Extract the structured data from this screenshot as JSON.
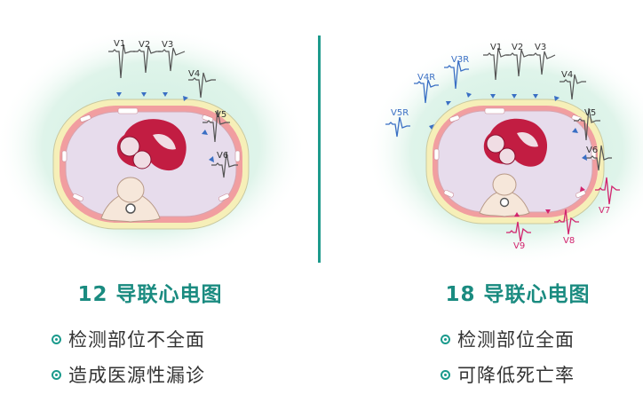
{
  "left": {
    "title": "12 导联心电图",
    "bullets": [
      "检测部位不全面",
      "造成医源性漏诊"
    ],
    "leads": [
      "V1",
      "V2",
      "V3",
      "V4",
      "V5",
      "V6"
    ]
  },
  "right": {
    "title": "18 导联心电图",
    "bullets": [
      "检测部位全面",
      "可降低死亡率"
    ],
    "leads": [
      "V1",
      "V2",
      "V3",
      "V4",
      "V5",
      "V6"
    ],
    "right_leads": [
      "V3R",
      "V4R",
      "V5R"
    ],
    "posterior_leads": [
      "V7",
      "V8",
      "V9"
    ]
  },
  "colors": {
    "accent": "#1a8b80",
    "blue_leads": "#3a6fc4",
    "magenta_leads": "#d2246e",
    "heart": "#c21d42"
  }
}
